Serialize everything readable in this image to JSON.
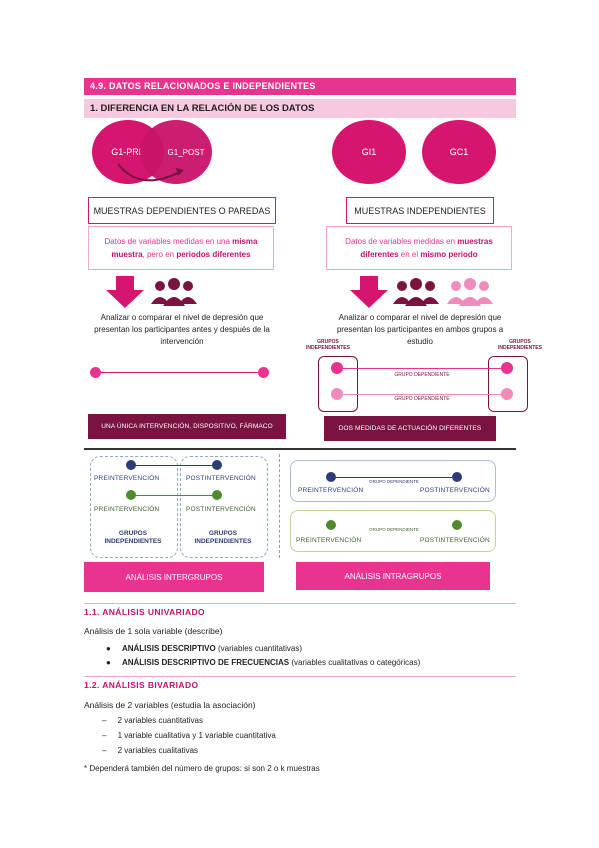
{
  "section_title": "4.9. DATOS RELACIONADOS E INDEPENDIENTES",
  "subsection_title": "1. DIFERENCIA EN LA RELACIÓN DE LOS DATOS",
  "left": {
    "circle1": "G1-PRE",
    "circle2": "G1_POST",
    "type_label": "MUESTRAS DEPENDIENTES O PAREDAS",
    "def_part1": "Datos de variables medidas en una ",
    "def_bold1": "misma muestra",
    "def_part2": ", pero en ",
    "def_bold2": "periodos diferentes",
    "description": "Analizar o comparar el nivel de depresión que presentan los participantes antes y después de la intervención",
    "bar": "UNA ÚNICA INTERVENCIÓN, DISPOSITIVO, FÁRMACO"
  },
  "right": {
    "circle1": "GI1",
    "circle2": "GC1",
    "type_label": "MUESTRAS INDEPENDIENTES",
    "def_part1": "Datos de variables medidas en ",
    "def_bold1": "muestras diferentes",
    "def_part2": " en el ",
    "def_bold2": "mismo periodo",
    "description": "Analizar o comparar el nivel de depresión que presentan los participantes en ambos grupos a estudio",
    "grupos_left": "GRUPOS INDEPENDIENTES",
    "grupos_right": "GRUPOS INDEPENDIENTES",
    "grupo_dep1": "GRUPO DEPENDIENTE",
    "grupo_dep2": "GRUPO DEPENDIENTE",
    "bar": "DOS MEDIDAS DE ACTUACIÓN DIFERENTES"
  },
  "inter": {
    "pre1": "PREINTERVENCIÓN",
    "post1": "POSTINTERVENCIÓN",
    "pre2": "PREINTERVENCIÓN",
    "post2": "POSTINTERVENCIÓN",
    "grupos_left": "GRUPOS INDEPENDIENTES",
    "grupos_right": "GRUPOS INDEPENDIENTES",
    "bar": "ANÁLISIS INTERGRUPOS"
  },
  "intra": {
    "pre1": "PREINTERVENCIÓN",
    "post1": "POSTINTERVENCIÓN",
    "dep1": "GRUPO DEPENDIENTE",
    "pre2": "PREINTERVENCIÓN",
    "post2": "POSTINTERVENCIÓN",
    "dep2": "GRUPO DEPENDIENTE",
    "bar": "ANÁLISIS INTRAGRUPOS"
  },
  "univariado": {
    "title": "1.1.  ANÁLISIS UNIVARIADO",
    "intro": "Análisis de 1 sola variable (describe)",
    "item1_bold": "ANÁLISIS DESCRIPTIVO",
    "item1_rest": " (variables cuantitativas)",
    "item2_bold": "ANÁLISIS DESCRIPTIVO DE FRECUENCIAS",
    "item2_rest": " (variables cualitativas o categóricas)"
  },
  "bivariado": {
    "title": "1.2.  ANÁLISIS BIVARIADO",
    "intro": "Análisis de 2 variables (estudia la asociación)",
    "items": [
      "2 variables cuantitativas",
      "1 variable cualitativa y 1 variable cuantitativa",
      "2 variables cualitativas"
    ],
    "note": "* Dependerá también del número de grupos: si son 2 o k muestras"
  },
  "colors": {
    "magenta": "#e8348f",
    "dark": "#7a1340",
    "pink": "#f7c9df",
    "circle": "#d6156f"
  }
}
